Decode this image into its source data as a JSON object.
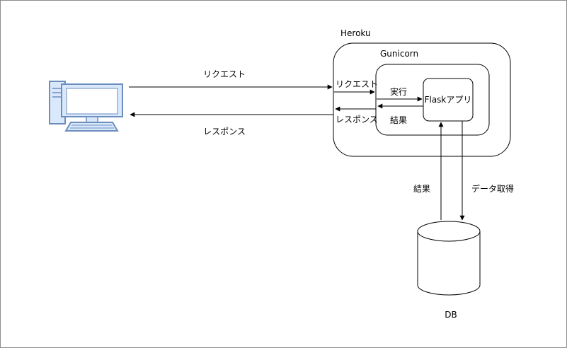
{
  "containers": {
    "heroku": "Heroku",
    "gunicorn": "Gunicorn"
  },
  "nodes": {
    "flask": "Flaskアプリ",
    "db": "DB"
  },
  "edges": {
    "client_request": "リクエスト",
    "client_response": "レスポンス",
    "heroku_request": "リクエスト",
    "heroku_response": "レスポンス",
    "execute": "実行",
    "result_gunicorn": "結果",
    "result_db": "結果",
    "fetch_data": "データ取得"
  },
  "icons": {
    "client": "desktop-computer-icon",
    "db": "database-cylinder-icon"
  },
  "colors": {
    "monitor_fill": "#dae8fc",
    "monitor_stroke": "#6c8ebf",
    "line": "#000000"
  }
}
